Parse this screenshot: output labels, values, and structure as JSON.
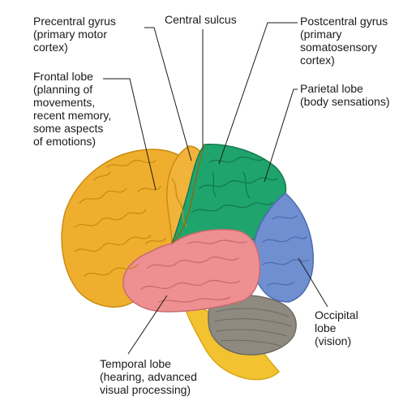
{
  "labels": {
    "precentral": "Precentral gyrus\n(primary motor\ncortex)",
    "central": "Central sulcus",
    "postcentral": "Postcentral gyrus\n(primary\nsomatosensory\ncortex)",
    "frontal": "Frontal lobe\n(planning of\nmovements,\nrecent memory,\nsome aspects\nof emotions)",
    "parietal": "Parietal lobe\n(body sensations)",
    "occipital": "Occipital\nlobe\n(vision)",
    "temporal": "Temporal lobe\n(hearing, advanced\nvisual processing)"
  },
  "colors": {
    "frontal": "#f0ae2e",
    "precentral_gyrus": "#f2b33a",
    "parietal": "#1fa46e",
    "occipital": "#6f8fd1",
    "temporal": "#ee8f92",
    "cerebellum": "#8f8a80",
    "brainstem": "#f2c230",
    "leader_lines": "#1a1a1a"
  }
}
